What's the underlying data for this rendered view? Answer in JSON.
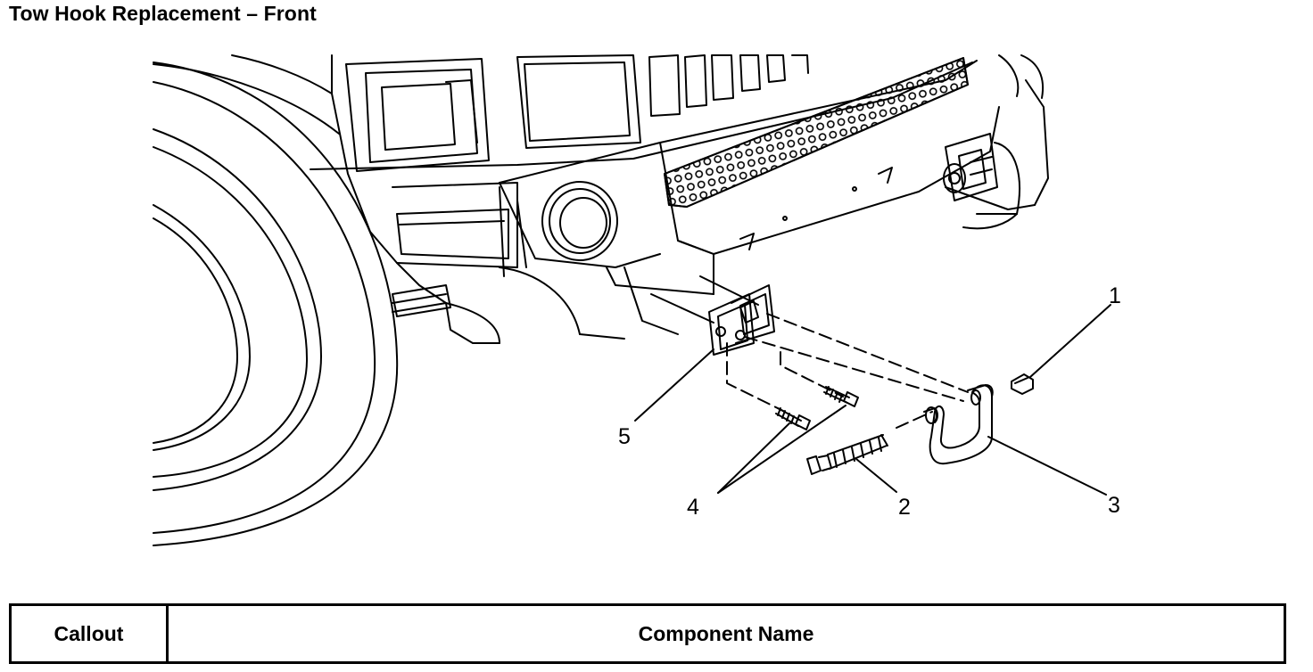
{
  "title": "Tow Hook Replacement – Front",
  "callouts": [
    "1",
    "2",
    "3",
    "4",
    "5"
  ],
  "table": {
    "header_callout": "Callout",
    "header_component": "Component Name"
  }
}
